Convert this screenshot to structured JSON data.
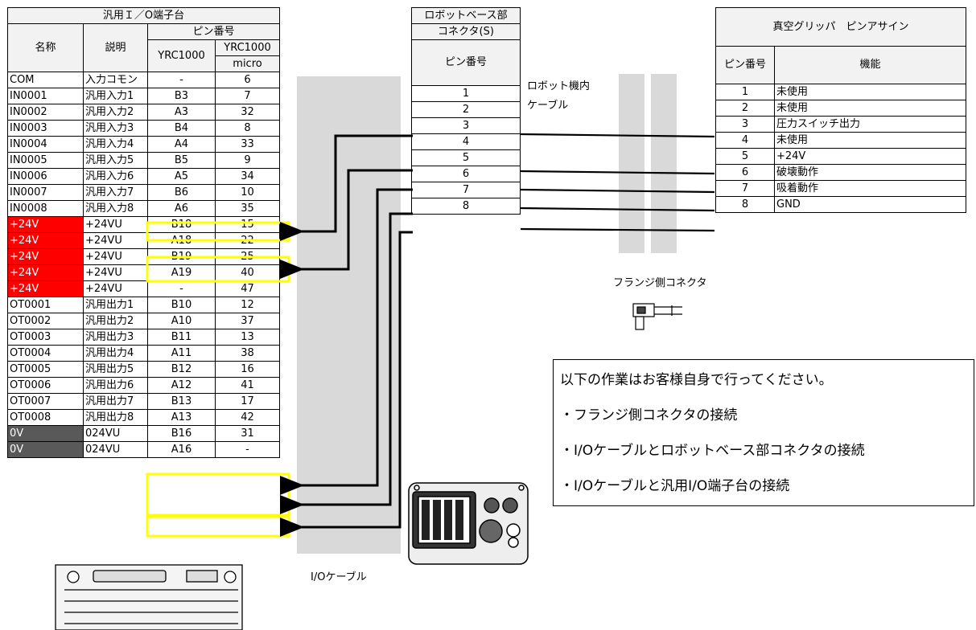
{
  "terminal": {
    "title": "汎用Ｉ／O端子台",
    "headers": {
      "name": "名称",
      "desc": "説明",
      "pin_group": "ピン番号",
      "yrc1000": "YRC1000",
      "micro_line1": "YRC1000",
      "micro_line2": "micro"
    },
    "rows": [
      {
        "name": "COM",
        "desc": "入力コモン",
        "yrc1000": "-",
        "micro": "6",
        "style": "normal"
      },
      {
        "name": "IN0001",
        "desc": "汎用入力1",
        "yrc1000": "B3",
        "micro": "7",
        "style": "normal"
      },
      {
        "name": "IN0002",
        "desc": "汎用入力2",
        "yrc1000": "A3",
        "micro": "32",
        "style": "normal"
      },
      {
        "name": "IN0003",
        "desc": "汎用入力3",
        "yrc1000": "B4",
        "micro": "8",
        "style": "normal"
      },
      {
        "name": "IN0004",
        "desc": "汎用入力4",
        "yrc1000": "A4",
        "micro": "33",
        "style": "normal"
      },
      {
        "name": "IN0005",
        "desc": "汎用入力5",
        "yrc1000": "B5",
        "micro": "9",
        "style": "normal"
      },
      {
        "name": "IN0006",
        "desc": "汎用入力6",
        "yrc1000": "A5",
        "micro": "34",
        "style": "normal"
      },
      {
        "name": "IN0007",
        "desc": "汎用入力7",
        "yrc1000": "B6",
        "micro": "10",
        "style": "normal"
      },
      {
        "name": "IN0008",
        "desc": "汎用入力8",
        "yrc1000": "A6",
        "micro": "35",
        "style": "normal"
      },
      {
        "name": "+24V",
        "desc": "+24VU",
        "yrc1000": "B18",
        "micro": "15",
        "style": "red"
      },
      {
        "name": "+24V",
        "desc": "+24VU",
        "yrc1000": "A18",
        "micro": "22",
        "style": "red"
      },
      {
        "name": "+24V",
        "desc": "+24VU",
        "yrc1000": "B19",
        "micro": "25",
        "style": "red"
      },
      {
        "name": "+24V",
        "desc": "+24VU",
        "yrc1000": "A19",
        "micro": "40",
        "style": "red"
      },
      {
        "name": "+24V",
        "desc": "+24VU",
        "yrc1000": "-",
        "micro": "47",
        "style": "red"
      },
      {
        "name": "OT0001",
        "desc": "汎用出力1",
        "yrc1000": "B10",
        "micro": "12",
        "style": "normal"
      },
      {
        "name": "OT0002",
        "desc": "汎用出力2",
        "yrc1000": "A10",
        "micro": "37",
        "style": "normal"
      },
      {
        "name": "OT0003",
        "desc": "汎用出力3",
        "yrc1000": "B11",
        "micro": "13",
        "style": "normal"
      },
      {
        "name": "OT0004",
        "desc": "汎用出力4",
        "yrc1000": "A11",
        "micro": "38",
        "style": "normal"
      },
      {
        "name": "OT0005",
        "desc": "汎用出力5",
        "yrc1000": "B12",
        "micro": "16",
        "style": "normal"
      },
      {
        "name": "OT0006",
        "desc": "汎用出力6",
        "yrc1000": "A12",
        "micro": "41",
        "style": "normal"
      },
      {
        "name": "OT0007",
        "desc": "汎用出力7",
        "yrc1000": "B13",
        "micro": "17",
        "style": "normal"
      },
      {
        "name": "OT0008",
        "desc": "汎用出力8",
        "yrc1000": "A13",
        "micro": "42",
        "style": "normal"
      },
      {
        "name": "0V",
        "desc": "024VU",
        "yrc1000": "B16",
        "micro": "31",
        "style": "dark"
      },
      {
        "name": "0V",
        "desc": "024VU",
        "yrc1000": "A16",
        "micro": "-",
        "style": "dark"
      }
    ]
  },
  "base_connector": {
    "title_line1": "ロボットベース部",
    "title_line2": "コネクタ(S)",
    "pin_header": "ピン番号",
    "pins": [
      "1",
      "2",
      "3",
      "4",
      "5",
      "6",
      "7",
      "8"
    ]
  },
  "gripper": {
    "title": "真空グリッパ　ピンアサイン",
    "pin_header": "ピン番号",
    "func_header": "機能",
    "rows": [
      {
        "pin": "1",
        "func": "未使用"
      },
      {
        "pin": "2",
        "func": "未使用"
      },
      {
        "pin": "3",
        "func": "圧力スイッチ出力"
      },
      {
        "pin": "4",
        "func": "未使用"
      },
      {
        "pin": "5",
        "func": "+24V"
      },
      {
        "pin": "6",
        "func": "破壊動作"
      },
      {
        "pin": "7",
        "func": "吸着動作"
      },
      {
        "pin": "8",
        "func": "GND"
      }
    ]
  },
  "labels": {
    "internal_cable_line1": "ロボット機内",
    "internal_cable_line2": "ケーブル",
    "flange_connector": "フランジ側コネクタ",
    "io_cable": "I/Oケーブル"
  },
  "note": {
    "heading": "以下の作業はお客様自身で行ってください。",
    "items": [
      "・フランジ側コネクタの接続",
      "・I/Oケーブルとロボットベース部コネクタの接続",
      "・I/Oケーブルと汎用I/O端子台の接続"
    ]
  },
  "colors": {
    "highlight": "#ffff00",
    "power": "#ff0000",
    "ground": "#595959",
    "cable_band": "#d9d9d9"
  }
}
